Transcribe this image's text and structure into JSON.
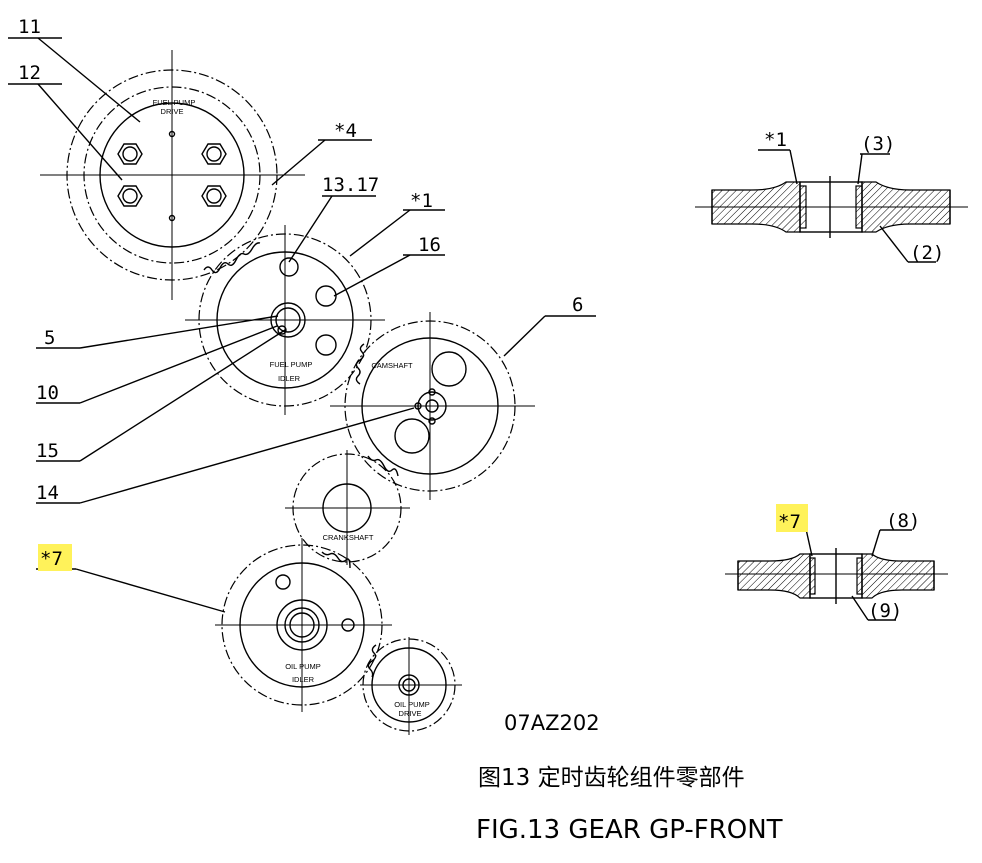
{
  "drawing_code": "07AZ202",
  "caption_cn": "图13  定时齿轮组件零部件",
  "caption_en": "FIG.13 GEAR GP-FRONT",
  "gear_labels": {
    "fuel_pump_drive": [
      "FUEL PUMP",
      "DRIVE"
    ],
    "fuel_pump_idler": [
      "FUEL PUMP",
      "IDLER"
    ],
    "camshaft": [
      "CAMSHAFT"
    ],
    "crankshaft": [
      "CRANKSHAFT"
    ],
    "oil_pump_idler": [
      "OIL PUMP",
      "IDLER"
    ],
    "oil_pump_drive": [
      "OIL PUMP",
      "DRIVE"
    ]
  },
  "callouts": {
    "c11": "11",
    "c12": "12",
    "c4": "*4",
    "c1317": "13.17",
    "c1": "*1",
    "c16": "16",
    "c5": "5",
    "c10": "10",
    "c6": "6",
    "c15": "15",
    "c14": "14",
    "c7": "*7",
    "s1_1": "*1",
    "s1_3": "(3)",
    "s1_2": "(2)",
    "s2_7": "*7",
    "s2_8": "(8)",
    "s2_9": "(9)"
  },
  "colors": {
    "highlight": "#fff25a",
    "ink": "#000000"
  }
}
